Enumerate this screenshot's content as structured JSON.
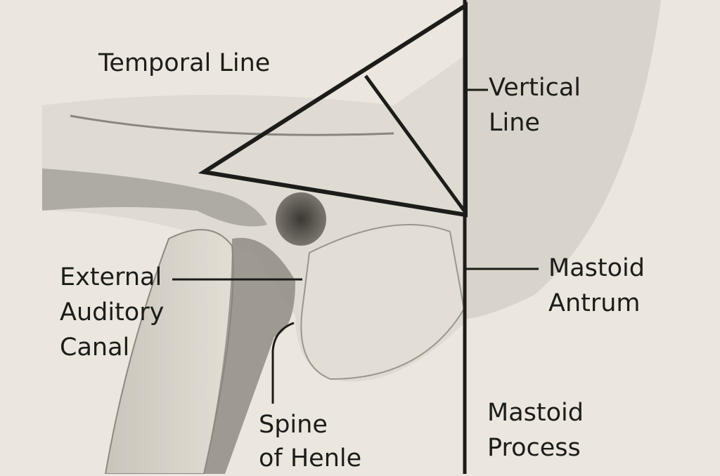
{
  "labels": {
    "temporal_line": "Temporal Line",
    "vertical_line": [
      "Vertical",
      "Line"
    ],
    "external_auditory_canal": [
      "External",
      "Auditory",
      "Canal"
    ],
    "mastoid_antrum": [
      "Mastoid",
      "Antrum"
    ],
    "spine_of_henle": [
      "Spine",
      "of Henle"
    ],
    "mastoid_process": [
      "Mastoid",
      "Process"
    ]
  },
  "colors": {
    "background": "#ebe7de",
    "ink": "#1c1c1a",
    "shading": "#a8a49b"
  }
}
